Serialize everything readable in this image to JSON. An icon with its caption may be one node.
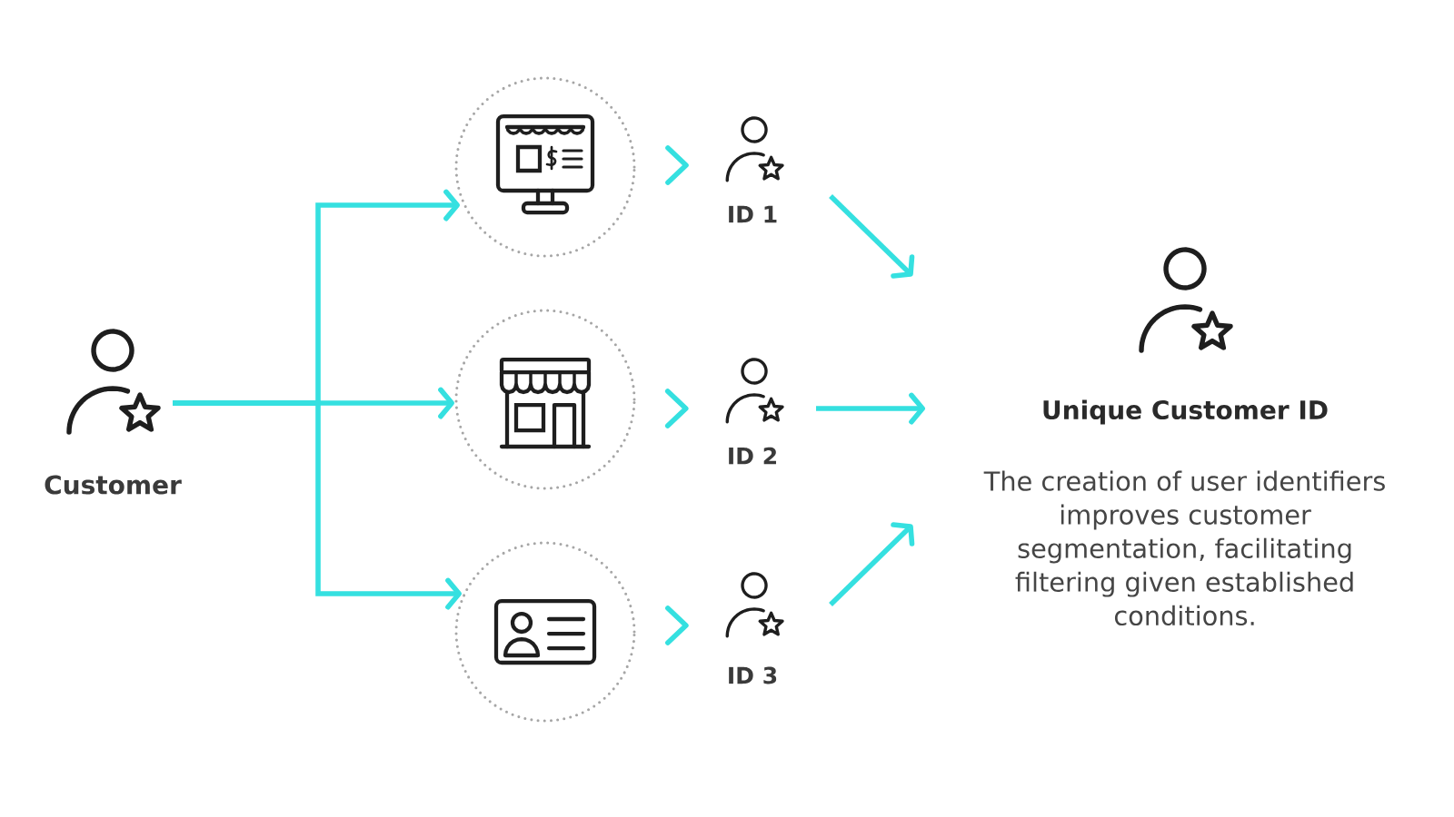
{
  "diagram": {
    "nodes": [
      {
        "text": [],
        "shape": "person",
        "beside": [
          "Customer"
        ]
      },
      {
        "text": [],
        "shape": "circle"
      },
      {
        "text": [],
        "shape": "circle"
      },
      {
        "text": [],
        "shape": "circle"
      },
      {
        "text": [],
        "shape": "person",
        "beside": [
          "ID 1"
        ]
      },
      {
        "text": [],
        "shape": "person",
        "beside": [
          "ID 2"
        ]
      },
      {
        "text": [],
        "shape": "person",
        "beside": [
          "ID 3"
        ]
      },
      {
        "text": [
          "Unique Customer ID",
          "The creation of user identifiers improves customer segmentation, facilitating filtering given established conditions."
        ]
      }
    ],
    "edges": [
      {
        "from": 0,
        "to": 1,
        "arrow": "to"
      },
      {
        "from": 0,
        "to": 2,
        "arrow": "to"
      },
      {
        "from": 0,
        "to": 3,
        "arrow": "to"
      },
      {
        "from": 1,
        "to": 4,
        "arrow": "to"
      },
      {
        "from": 2,
        "to": 5,
        "arrow": "to"
      },
      {
        "from": 3,
        "to": 6,
        "arrow": "to"
      },
      {
        "from": 4,
        "to": 7,
        "arrow": "to"
      },
      {
        "from": 5,
        "to": 7,
        "arrow": "to"
      },
      {
        "from": 6,
        "to": 7,
        "arrow": "to"
      }
    ]
  }
}
